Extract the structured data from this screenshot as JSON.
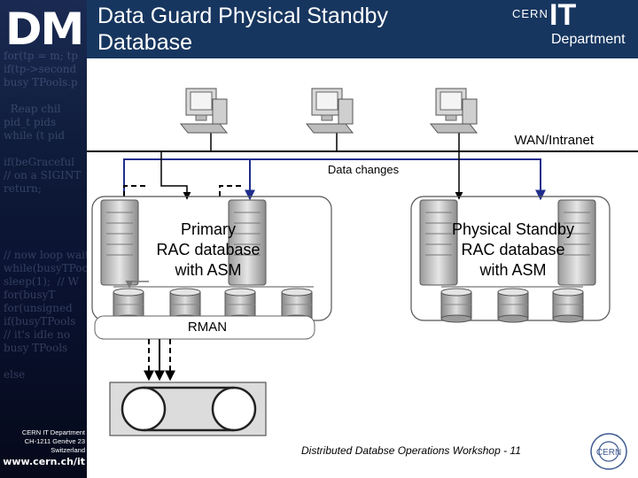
{
  "header": {
    "logo_text": "DM",
    "title": "Data Guard Physical Standby Database",
    "org_logo": {
      "cern": "CERN",
      "it": "IT",
      "department": "Department"
    }
  },
  "sidebar": {
    "background_code": "for(tp = m; tp\nif(tp->second\nbusy TPools.p\n\n  Reap chil\npid_t pids\nwhile (t pid\n\nif(beGraceful\n// on a SIGINT\nreturn;\n\n\n\n\n// now loop wait\nwhile(busyTPool\nsleep(1);  // W\nfor(busyT\nfor(unsigned\nif(busyTPools\n// it's idle no\nbusy TPools\n\nelse\n\n\n",
    "address": [
      "CERN IT Department",
      "CH-1211 Genève 23",
      "Switzerland"
    ],
    "website": "www.cern.ch/it"
  },
  "diagram": {
    "network_label": "WAN/Intranet",
    "data_changes_label": "Data changes",
    "primary_label": "Primary\nRAC database\nwith ASM",
    "standby_label": "Physical Standby\nRAC database\nwith ASM",
    "rman_label": "RMAN"
  },
  "footer": {
    "text": "Distributed Databse Operations Workshop - 11"
  },
  "colors": {
    "header": "#17365f",
    "network_blue": "#1f2e8c",
    "server_gray": "#c8c8c8"
  }
}
